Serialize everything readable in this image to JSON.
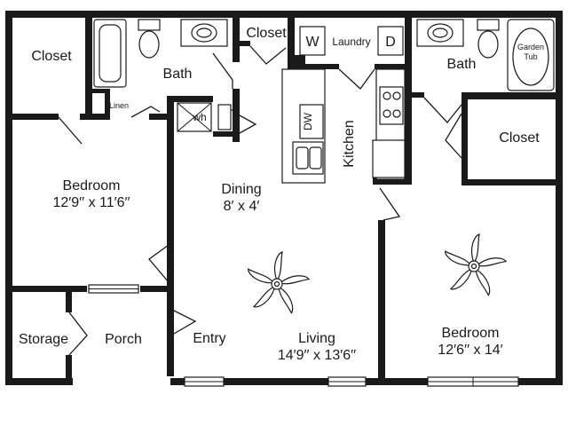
{
  "rooms": {
    "closet_left": "Closet",
    "bath_left": "Bath",
    "closet_top": "Closet",
    "laundry": "Laundry",
    "washer": "W",
    "dryer": "D",
    "bath_right": "Bath",
    "garden_tub_line1": "Garden",
    "garden_tub_line2": "Tub",
    "linen": "Linen",
    "water_heater": "wh",
    "dishwasher": "DW",
    "kitchen": "Kitchen",
    "closet_right": "Closet",
    "bedroom_left": "Bedroom",
    "bedroom_left_dim": "12′9′′ x 11′6′′",
    "dining": "Dining",
    "dining_dim": "8′ x 4′",
    "storage": "Storage",
    "porch": "Porch",
    "entry": "Entry",
    "living": "Living",
    "living_dim": "14′9′′ x 13′6′′",
    "bedroom_right": "Bedroom",
    "bedroom_right_dim": "12′6′′ x 14′"
  }
}
